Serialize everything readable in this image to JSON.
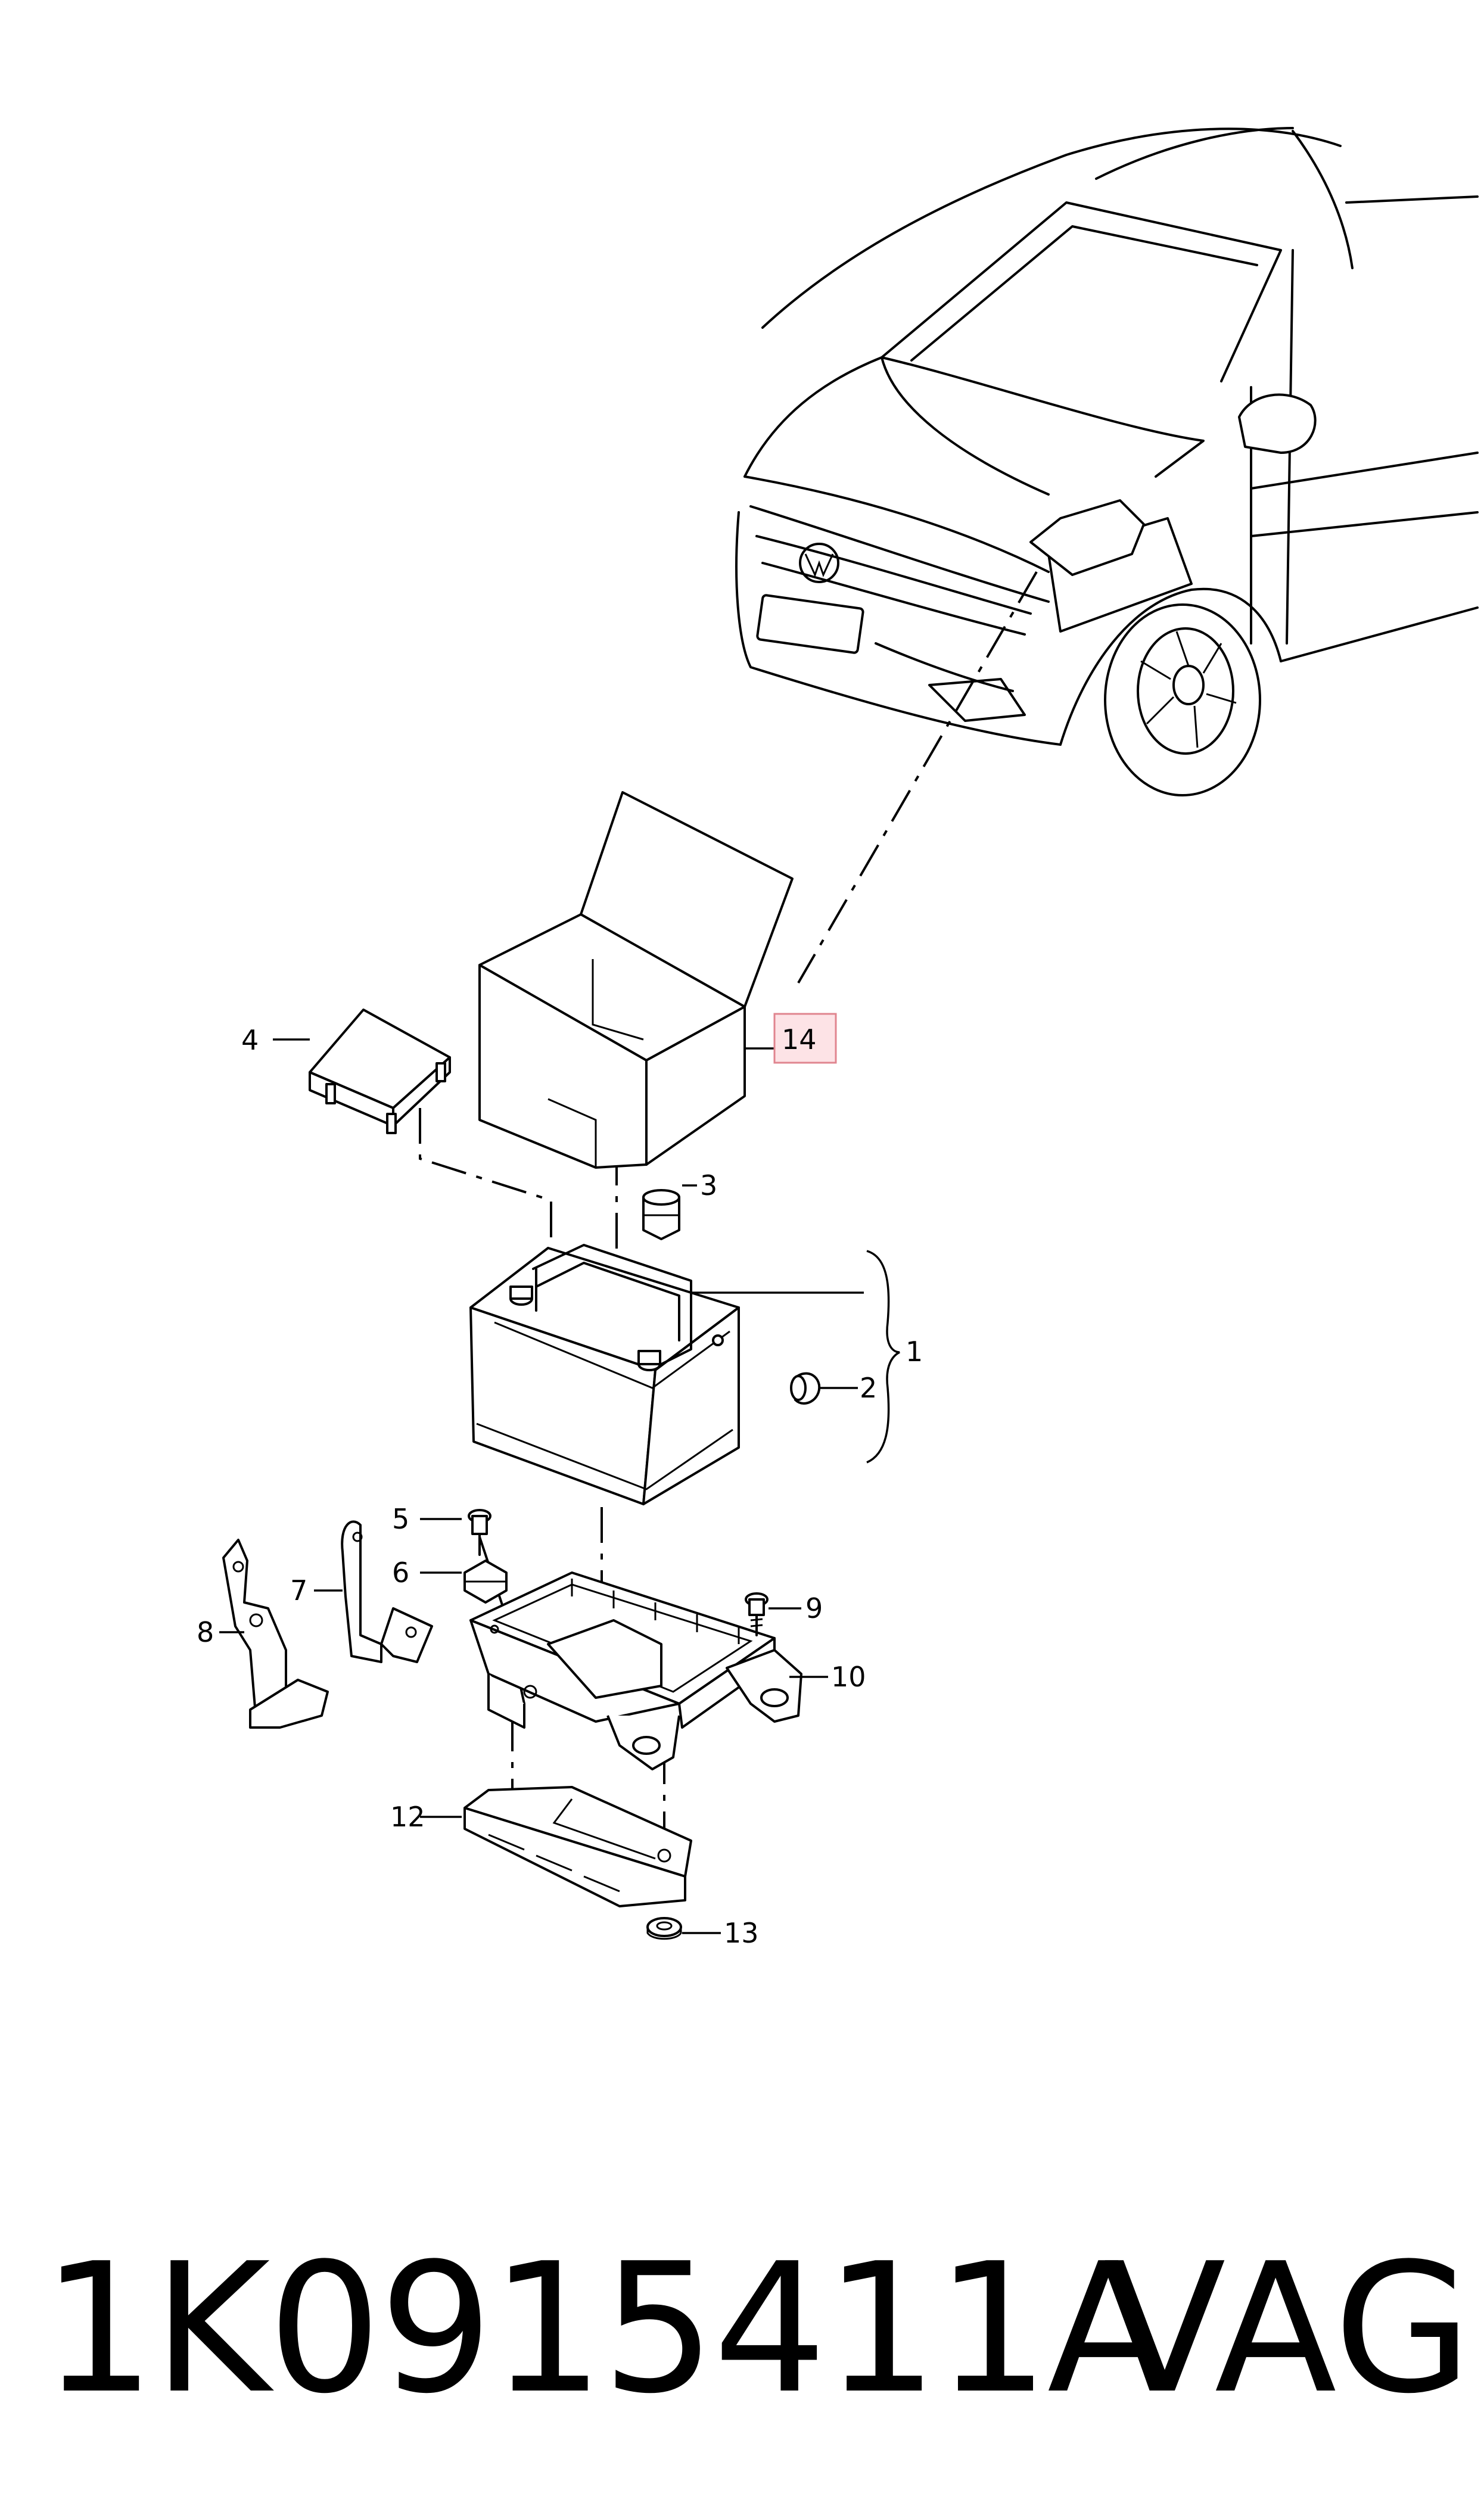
{
  "callouts": {
    "c1": "1",
    "c2": "2",
    "c3": "3",
    "c4": "4",
    "c5": "5",
    "c6": "6",
    "c7": "7",
    "c8": "8",
    "c9": "9",
    "c10": "10",
    "c12": "12",
    "c13": "13",
    "c14": "14"
  },
  "highlight": {
    "callout": "14",
    "fill": "#fde3e6",
    "stroke": "#e0858f"
  },
  "footer": {
    "part_number": "1K0915411A",
    "brand": "VAG"
  }
}
